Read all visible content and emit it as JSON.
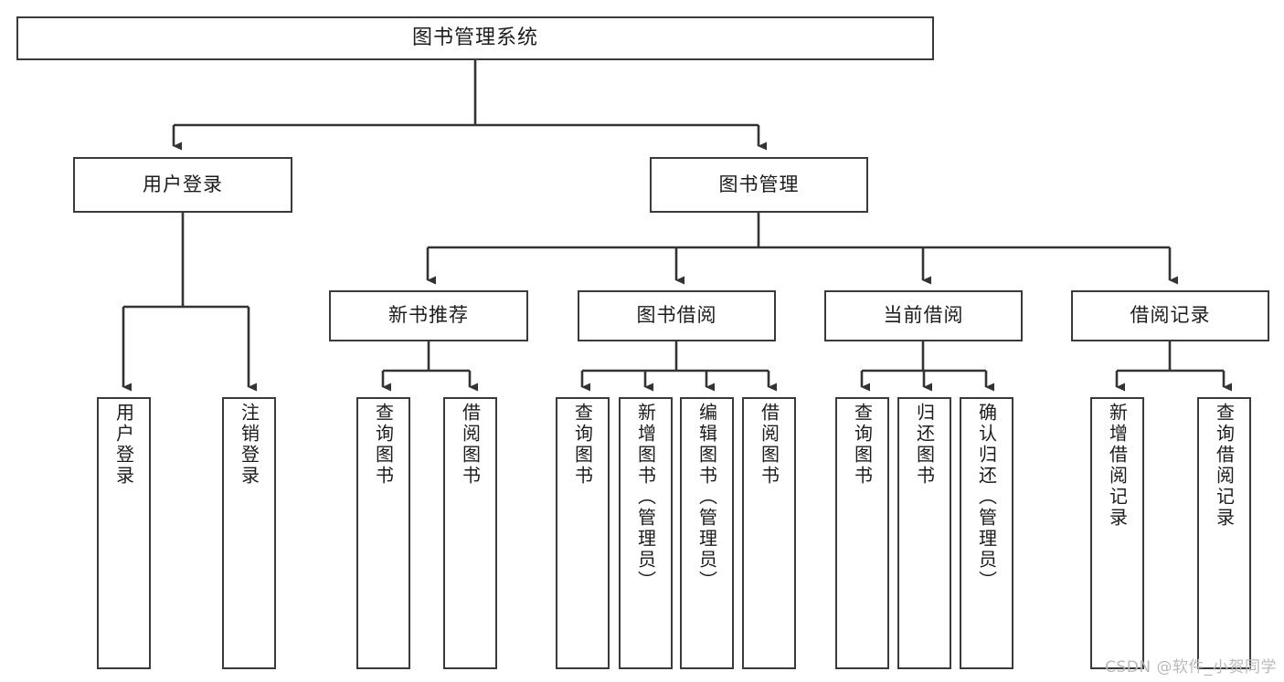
{
  "diagram": {
    "title": "图书管理系统",
    "type": "tree",
    "background": "#ffffff",
    "line_color": "#3a3a3a",
    "text_color": "#1c1c1c",
    "watermark": "CSDN @软件_小贺同学"
  },
  "nodes": {
    "root": {
      "label": "图书管理系统"
    },
    "level1": [
      {
        "label": "用户登录"
      },
      {
        "label": "图书管理"
      }
    ],
    "level2": [
      {
        "label": "新书推荐"
      },
      {
        "label": "图书借阅"
      },
      {
        "label": "当前借阅"
      },
      {
        "label": "借阅记录"
      }
    ],
    "leaves": {
      "user_login": [
        {
          "label": "用户登录"
        },
        {
          "label": "注销登录"
        }
      ],
      "new_book_recommend": [
        {
          "label": "查询图书"
        },
        {
          "label": "借阅图书"
        }
      ],
      "book_borrow": [
        {
          "label": "查询图书"
        },
        {
          "label": "新增图书（管理员）"
        },
        {
          "label": "编辑图书（管理员）"
        },
        {
          "label": "借阅图书"
        }
      ],
      "current_borrow": [
        {
          "label": "查询图书"
        },
        {
          "label": "归还图书"
        },
        {
          "label": "确认归还（管理员）"
        }
      ],
      "borrow_record": [
        {
          "label": "新增借阅记录"
        },
        {
          "label": "查询借阅记录"
        }
      ]
    }
  }
}
